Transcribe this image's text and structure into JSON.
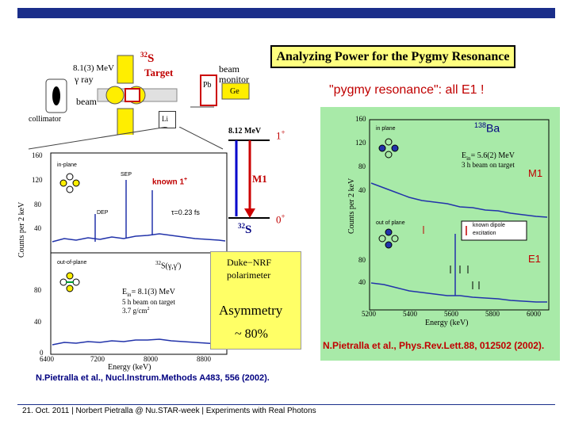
{
  "slide": {
    "title": "Analyzing Power for the Pygmy Resonance",
    "subtitle": "\"pygmy resonance\": all E1 !",
    "footer": "21. Oct. 2011  |  Norbert Pietralla @ Nu.STAR-week  |  Experiments with Real Photons",
    "reference_right": "N.Pietralla et al., Phys.Rev.Lett.88, 012502 (2002).",
    "reference_left": "N.Pietralla et al., Nucl.Instrum.Methods A483, 556 (2002)."
  },
  "setup": {
    "gamma_ray": "8.1(3) MeV",
    "gamma_label": "γ  ray",
    "beam": "beam",
    "collimator": "collimator",
    "target_iso": "32",
    "target_el": "S",
    "target_label": "Target",
    "pb": "Pb",
    "ge": "Ge",
    "beam_monitor_1": "beam",
    "beam_monitor_2": "monitor",
    "detector": "Li"
  },
  "level_scheme": {
    "upper_energy": "8.12 MeV",
    "upper_spin": "1",
    "upper_parity": "+",
    "transition": "M1",
    "lower_spin": "0",
    "lower_parity": "+",
    "nucleus_iso": "32",
    "nucleus_el": "S"
  },
  "polarimeter_box": {
    "line1": "Duke−NRF",
    "line2": "polarimeter",
    "line3": "Asymmetry",
    "line4": "~ 80%"
  },
  "left_spectrum": {
    "ylabel": "Counts per 2 keV",
    "xlabel": "Energy (keV)",
    "xticks": [
      "6400",
      "7200",
      "8000",
      "8800"
    ],
    "yticks_top": [
      "160",
      "120",
      "80",
      "40"
    ],
    "yticks_bottom": [
      "80",
      "40",
      "0"
    ],
    "upper_tag": "in-plane",
    "lower_tag": "out-of-plane",
    "sep": "SEP",
    "dep": "DEP",
    "known": "known 1",
    "known_sup": "+",
    "tau": "τ=0.23 fs",
    "s_label_iso": "32",
    "s_label_rest": "S(γ,γ')",
    "ein": "E",
    "ein_sub": "in",
    "ein_val": "= 8.1(3) MeV",
    "beam_time": "5 h beam on target",
    "density": "3.7 g/cm",
    "density_sup": "2"
  },
  "right_spectrum": {
    "nucleus_iso": "138",
    "nucleus_el": "Ba",
    "ylabel": "Counts per 2 keV",
    "xlabel": "Energy (keV)",
    "xticks": [
      "5200",
      "5400",
      "5600",
      "5800",
      "6000"
    ],
    "yticks_top": [
      "160",
      "120",
      "80",
      "40"
    ],
    "yticks_bottom": [
      "80",
      "40"
    ],
    "upper_tag": "in plane",
    "lower_tag": "out of plane",
    "ein": "E",
    "ein_sub": "in",
    "ein_val": "= 5.6(2) MeV",
    "beam_time": "3 h beam on target",
    "m1": "M1",
    "e1": "E1",
    "legend_1": "known dipole",
    "legend_2": "excitation"
  }
}
